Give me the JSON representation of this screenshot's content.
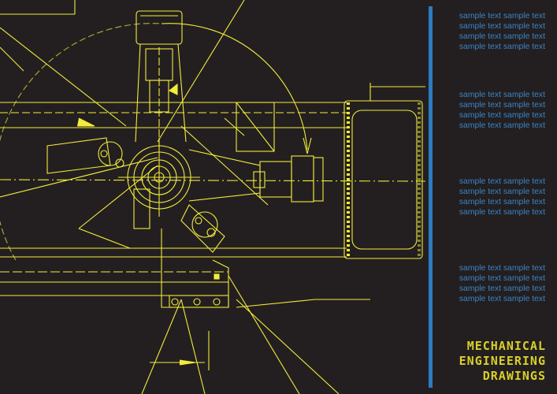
{
  "text_blocks": [
    [
      "sample text sample text",
      "sample text sample text",
      "sample text sample text",
      "sample text sample text"
    ],
    [
      "sample text sample text",
      "sample text sample text",
      "sample text sample text",
      "sample text sample text"
    ],
    [
      "sample text sample text",
      "sample text sample text",
      "sample text sample text",
      "sample text sample text"
    ],
    [
      "sample text sample text",
      "sample text sample text",
      "sample text sample text",
      "sample text sample text"
    ]
  ],
  "title": [
    "MECHANICAL",
    "ENGINEERING",
    "DRAWINGS"
  ],
  "colors": {
    "background": "#231f20",
    "lines": "#f2ec3c",
    "accent_bar": "#2c7cc1",
    "text": "#3b84c7"
  }
}
